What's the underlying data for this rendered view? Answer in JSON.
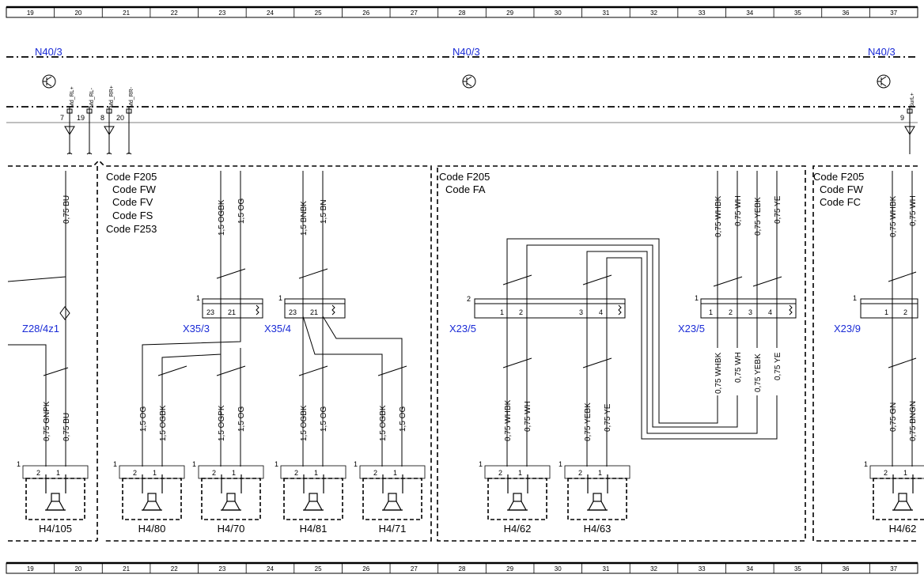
{
  "ruler": [
    "19",
    "20",
    "21",
    "22",
    "23",
    "24",
    "25",
    "26",
    "27",
    "28",
    "29",
    "30",
    "31",
    "32",
    "33",
    "34",
    "35",
    "36",
    "37"
  ],
  "modules": [
    "N40/3",
    "N40/3",
    "N40/3"
  ],
  "top_signals": {
    "names": [
      "Md_RL+",
      "Md_RL-",
      "Md_RR+",
      "Md_RR-",
      "SurL+"
    ],
    "pins": [
      "7",
      "19",
      "8",
      "20",
      "9"
    ]
  },
  "codes": {
    "box1": [
      "Code F205",
      "Code FW",
      "Code FV",
      "Code FS",
      "Code F253"
    ],
    "box2": [
      "Code F205",
      "Code FA"
    ],
    "box3": [
      "Code F205",
      "Code FW",
      "Code FC"
    ]
  },
  "connectors": [
    "Z28/4z1",
    "X35/3",
    "X35/4",
    "X23/5",
    "X23/5",
    "X23/9"
  ],
  "wires_top": [
    "0,75 BU",
    "1,5 OGBK",
    "1,5 OG",
    "1,5 BNBK",
    "1,5 BN",
    "0,75 WHBK",
    "0,75 WH",
    "0,75 YEBK",
    "0,75 YE",
    "0,75 WHBK",
    "0,75 WH"
  ],
  "wires_mid": [
    "0,75 WHBK",
    "0,75 WH",
    "0,75 YEBK",
    "0,75 YE"
  ],
  "wires_bottom": [
    "0,75 GNPK",
    "0,75 BU",
    "1,5 OG",
    "1,5 OGBK",
    "1,5 OGPK",
    "1,5 OG",
    "1,5 OGBK",
    "1,5 OG",
    "1,5 OGBK",
    "1,5 OG",
    "0,75 WHBK",
    "0,75 WH",
    "0,75 YEBK",
    "0,75 YE",
    "0,75 GN",
    "0,75 BNGN"
  ],
  "conn_pins": {
    "x35": [
      "1",
      "23",
      "21",
      "1",
      "23",
      "21"
    ],
    "x23a": [
      "2",
      "1",
      "2",
      "3",
      "4"
    ],
    "x23b": [
      "1",
      "1",
      "2",
      "3",
      "4"
    ],
    "x23c": [
      "1",
      "1",
      "2"
    ]
  },
  "speakers": {
    "labels": [
      "H4/105",
      "H4/80",
      "H4/70",
      "H4/81",
      "H4/71",
      "H4/62",
      "H4/63",
      "H4/62"
    ],
    "pins": [
      "1",
      "2",
      "1"
    ]
  }
}
